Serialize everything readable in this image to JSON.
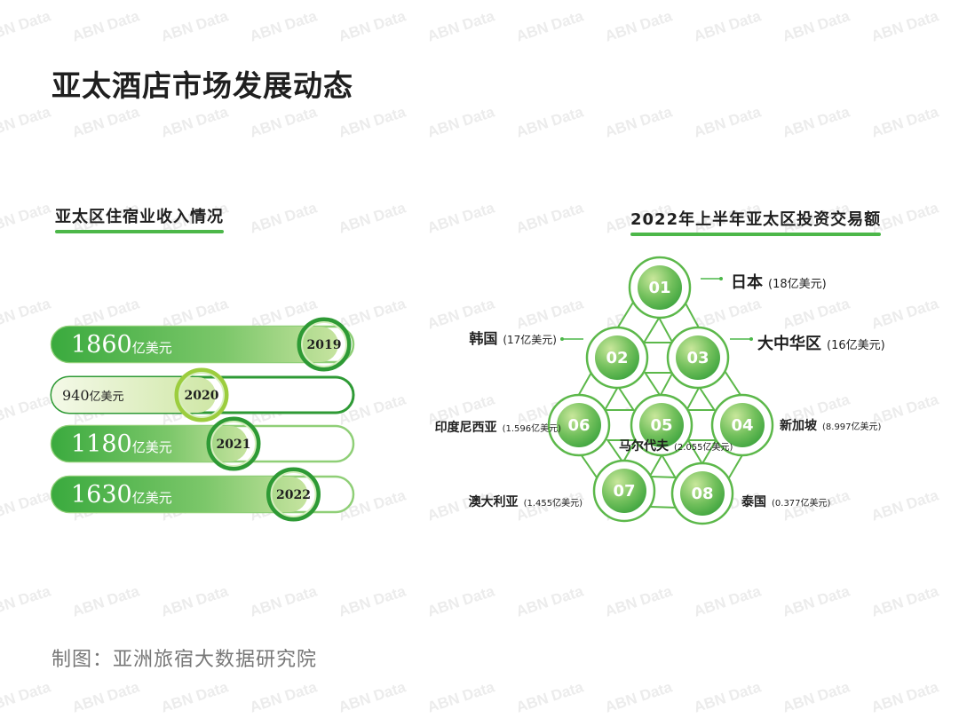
{
  "page": {
    "title": "亚太酒店市场发展动态",
    "source": "制图：亚洲旅宿大数据研究院",
    "watermark": "ABN Data",
    "accent": "#4cb749",
    "accent_dark": "#2e9a35",
    "accent_light": "#c8e6a0"
  },
  "chart_data": [
    {
      "type": "bar",
      "title": "亚太区住宿业收入情况",
      "unit": "亿美元",
      "categories": [
        "2019",
        "2020",
        "2021",
        "2022"
      ],
      "values": [
        1860,
        940,
        1180,
        1630
      ],
      "labels": [
        "1860",
        "940",
        "1180",
        "1630"
      ]
    },
    {
      "type": "table",
      "title": "2022年上半年亚太区投资交易额",
      "rows": [
        {
          "num": "01",
          "name": "日本",
          "value": "(18亿美元)"
        },
        {
          "num": "02",
          "name": "韩国",
          "value": "(17亿美元)"
        },
        {
          "num": "03",
          "name": "大中华区",
          "value": "(16亿美元)"
        },
        {
          "num": "04",
          "name": "新加坡",
          "value": "(8.997亿美元)"
        },
        {
          "num": "05",
          "name": "马尔代夫",
          "value": "(2.055亿美元)"
        },
        {
          "num": "06",
          "name": "印度尼西亚",
          "value": "(1.596亿美元)"
        },
        {
          "num": "07",
          "name": "澳大利亚",
          "value": "(1.455亿美元)"
        },
        {
          "num": "08",
          "name": "泰国",
          "value": "(0.377亿美元)"
        }
      ]
    }
  ]
}
